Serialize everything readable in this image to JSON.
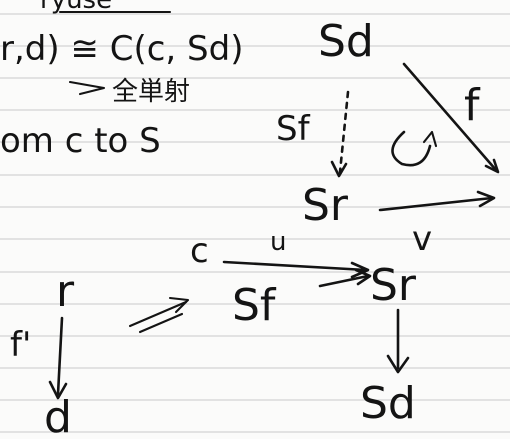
{
  "note": {
    "top_cut_text": "ryuse",
    "line1_left": "r,d) ≅ C(c, Sd)",
    "line1_kanji": "全単射",
    "line2_left": "om c to S",
    "Sd_top": "Sd",
    "f_label": "f",
    "Sf_label": "Sf",
    "Sr_mid": "Sr",
    "v_label": "v",
    "c_label": "c",
    "u_label": "u",
    "r_label": "r",
    "Sf_bottom": "Sf",
    "Sr_bottom": "Sr",
    "f_prime_label": "f'",
    "d_label": "d",
    "Sd_bottom": "Sd"
  }
}
